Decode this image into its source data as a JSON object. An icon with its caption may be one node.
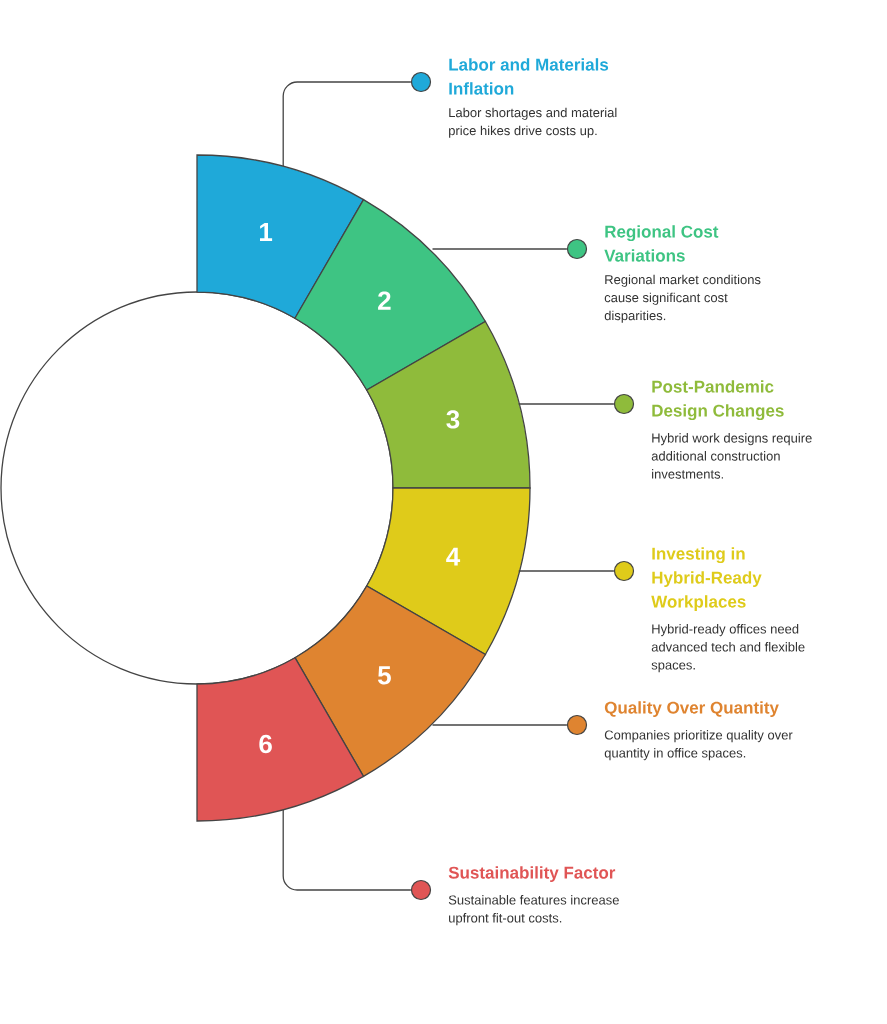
{
  "diagram": {
    "nodes": [
      {
        "text": [],
        "shape": "circle"
      },
      {
        "text": [
          "1"
        ]
      },
      {
        "text": [
          "2"
        ]
      },
      {
        "text": [
          "3"
        ]
      },
      {
        "text": [
          "4"
        ]
      },
      {
        "text": [
          "5"
        ]
      },
      {
        "text": [
          "6"
        ]
      },
      {
        "text": [
          "Labor and Materials Inflation",
          "Labor shortages and material price hikes drive costs up."
        ]
      },
      {
        "text": [
          "Regional Cost Variations",
          "Regional market conditions cause significant cost disparities."
        ]
      },
      {
        "text": [
          "Post-Pandemic Design Changes",
          "Hybrid work designs require additional construction investments."
        ]
      },
      {
        "text": [
          "Investing in Hybrid-Ready Workplaces",
          "Hybrid-ready offices need advanced tech and flexible spaces."
        ]
      },
      {
        "text": [
          "Quality Over Quantity",
          "Companies prioritize quality over quantity in office spaces."
        ]
      },
      {
        "text": [
          "Sustainability Factor",
          "Sustainable features increase upfront fit-out costs."
        ]
      }
    ],
    "edges": [
      {
        "from": 1,
        "to": 7,
        "arrow": "none"
      },
      {
        "from": 2,
        "to": 8,
        "arrow": "none"
      },
      {
        "from": 3,
        "to": 9,
        "arrow": "none"
      },
      {
        "from": 4,
        "to": 10,
        "arrow": "none"
      },
      {
        "from": 5,
        "to": 11,
        "arrow": "none"
      },
      {
        "from": 6,
        "to": 12,
        "arrow": "none"
      }
    ]
  }
}
